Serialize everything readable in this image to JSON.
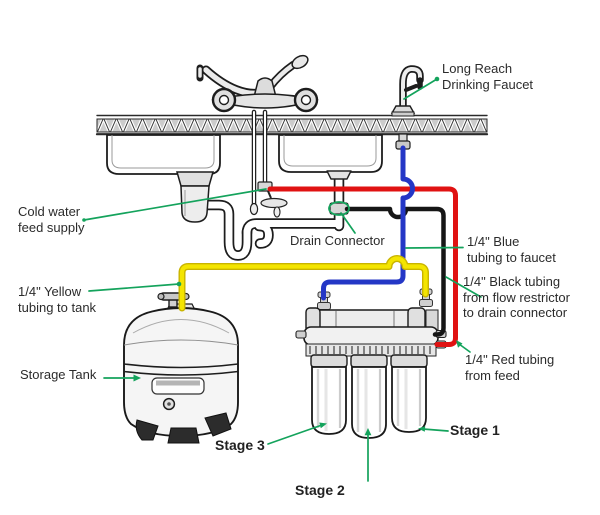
{
  "colors": {
    "red_tube": "#e01212",
    "blue_tube": "#2437c6",
    "yellow_tube": "#f4e500",
    "yellow_tube_edge": "#c9b400",
    "black_tube": "#161616",
    "leader": "#14a35c",
    "ink": "#1a1a1a",
    "label_text": "#2b2b2b"
  },
  "labels": {
    "long_reach_faucet": "Long Reach\nDrinking Faucet",
    "cold_water": "Cold water\nfeed supply",
    "drain_connector": "Drain Connector",
    "blue_tubing": "1/4\" Blue\ntubing to faucet",
    "yellow_tubing": "1/4\" Yellow\ntubing to tank",
    "black_tubing": "1/4\" Black tubing\nfrom flow restrictor\nto drain connector",
    "red_tubing": "1/4\" Red tubing\nfrom feed",
    "storage_tank": "Storage Tank",
    "stage1": "Stage 1",
    "stage2": "Stage 2",
    "stage3": "Stage 3"
  }
}
